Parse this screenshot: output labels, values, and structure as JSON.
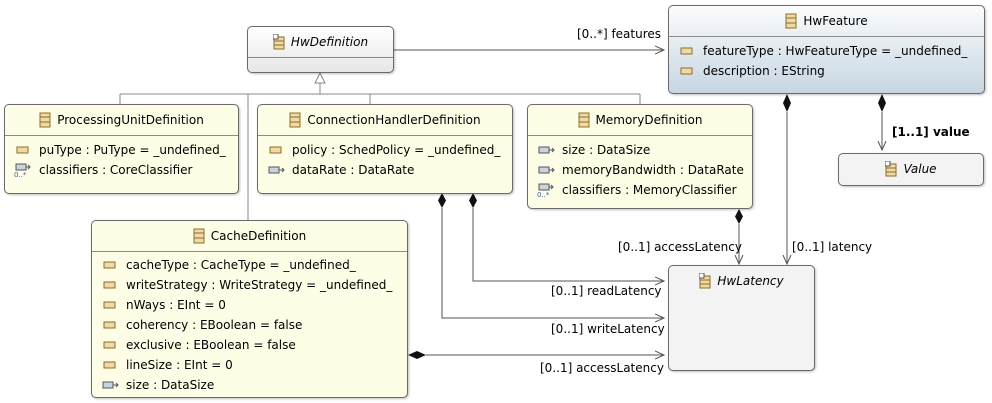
{
  "classes": {
    "hw_definition": {
      "name": "HwDefinition"
    },
    "hw_feature": {
      "name": "HwFeature",
      "attributes": [
        "featureType : HwFeatureType = _undefined_",
        "description : EString"
      ]
    },
    "value": {
      "name": "Value"
    },
    "processing_unit_definition": {
      "name": "ProcessingUnitDefinition",
      "attributes": [
        "puType : PuType = _undefined_",
        "classifiers : CoreClassifier"
      ]
    },
    "connection_handler_definition": {
      "name": "ConnectionHandlerDefinition",
      "attributes": [
        "policy : SchedPolicy = _undefined_",
        "dataRate : DataRate"
      ]
    },
    "memory_definition": {
      "name": "MemoryDefinition",
      "attributes": [
        "size : DataSize",
        "memoryBandwidth : DataRate",
        "classifiers : MemoryClassifier"
      ]
    },
    "cache_definition": {
      "name": "CacheDefinition",
      "attributes": [
        "cacheType : CacheType = _undefined_",
        "writeStrategy : WriteStrategy = _undefined_",
        "nWays : EInt = 0",
        "coherency : EBoolean = false",
        "exclusive : EBoolean = false",
        "lineSize : EInt = 0",
        "size : DataSize"
      ]
    },
    "hw_latency": {
      "name": "HwLatency"
    }
  },
  "edge_labels": {
    "features": "[0..*] features",
    "value": "[1..1] value",
    "memory_access_latency": "[0..1] accessLatency",
    "feature_latency": "[0..1] latency",
    "read_latency": "[0..1] readLatency",
    "write_latency": "[0..1] writeLatency",
    "cache_access_latency": "[0..1] accessLatency"
  },
  "colors": {
    "class_fill": "#fefee7",
    "feature_fill_top": "#fbfcfd",
    "feature_fill_bottom": "#c7d6e2",
    "abstract_fill": "#f3f3f3",
    "border": "#6b6b6b",
    "wire": "#555555"
  },
  "icons": {
    "class": "eclass-icon",
    "attribute": "eattribute-icon",
    "reference": "ereference-icon",
    "many_reference": "many-reference-icon"
  }
}
